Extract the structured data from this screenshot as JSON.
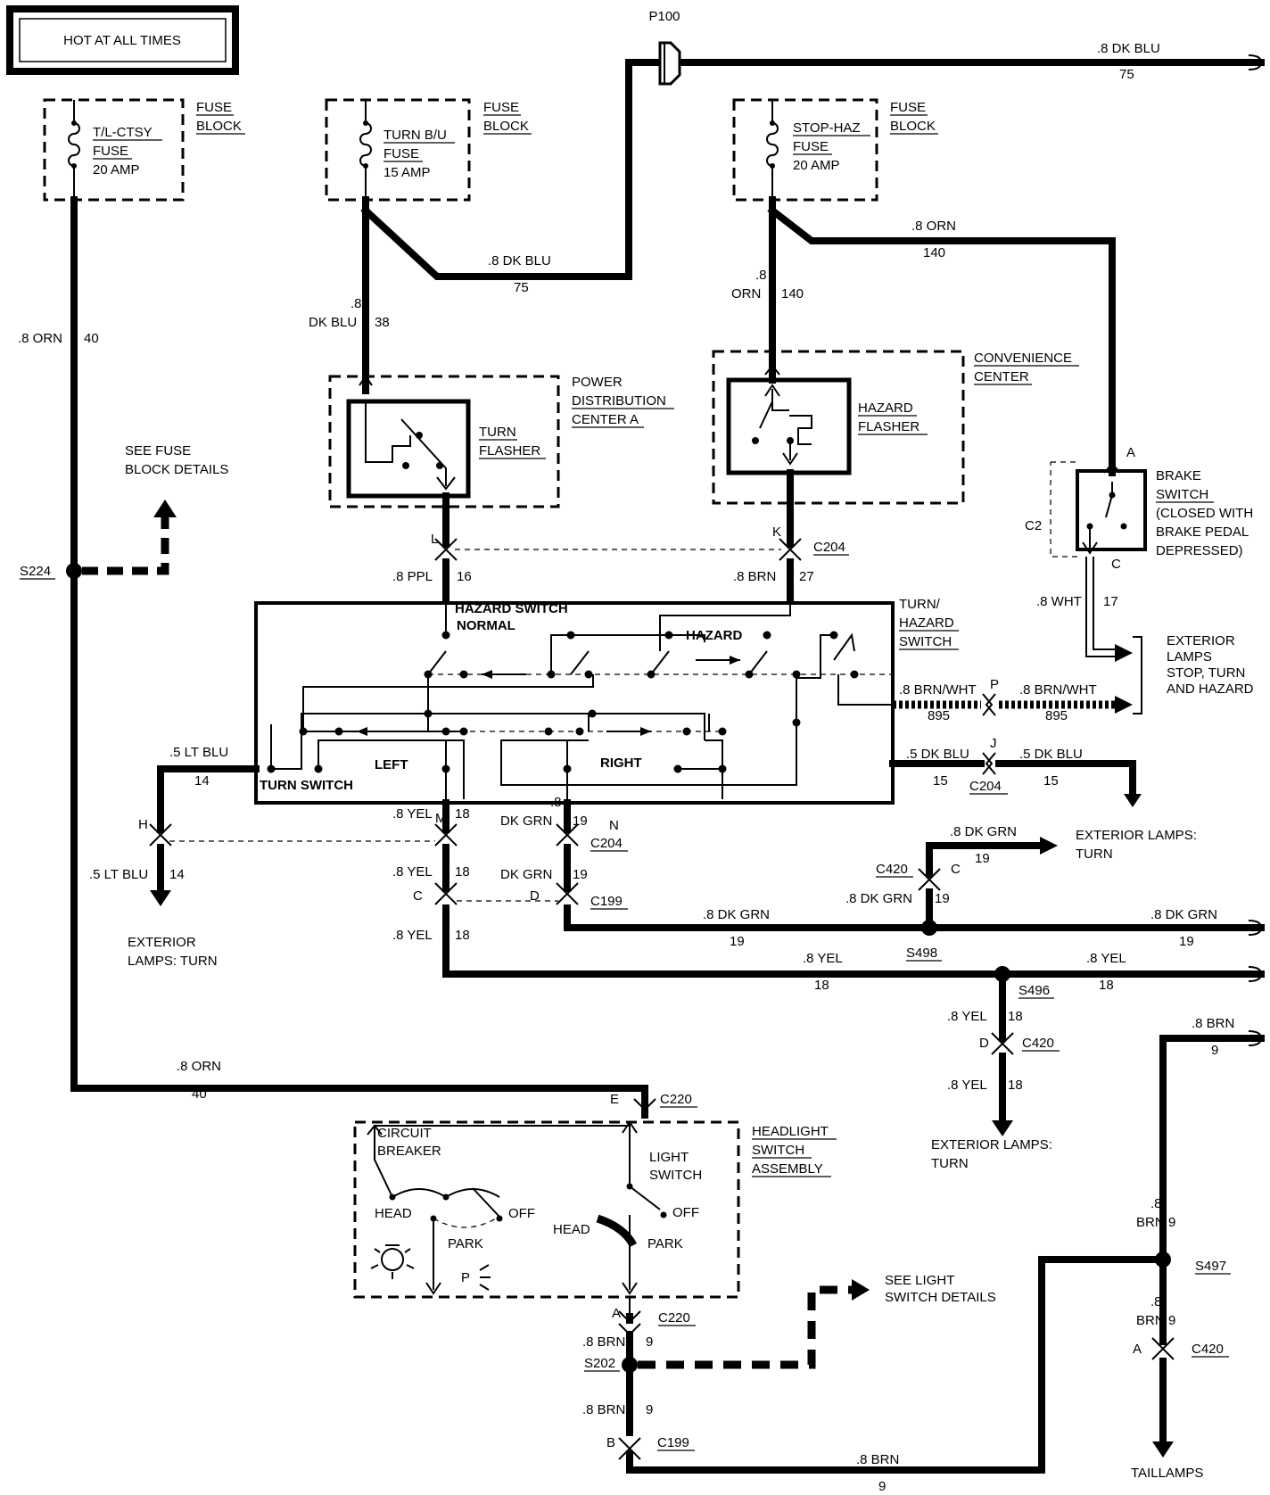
{
  "header": {
    "title": "HOT AT ALL TIMES"
  },
  "fuse_blocks": [
    {
      "name": "T/L-CTSY",
      "word": "FUSE",
      "rating": "20 AMP",
      "label1": "FUSE",
      "label2": "BLOCK"
    },
    {
      "name": "TURN B/U",
      "word": "FUSE",
      "rating": "15 AMP",
      "label1": "FUSE",
      "label2": "BLOCK"
    },
    {
      "name": "STOP-HAZ",
      "word": "FUSE",
      "rating": "20 AMP",
      "label1": "FUSE",
      "label2": "BLOCK"
    }
  ],
  "components": {
    "turn_flasher": {
      "name1": "TURN",
      "name2": "FLASHER",
      "loc1": "POWER",
      "loc2": "DISTRIBUTION",
      "loc3": "CENTER A"
    },
    "hazard_flasher": {
      "name1": "HAZARD",
      "name2": "FLASHER",
      "loc1": "CONVENIENCE",
      "loc2": "CENTER"
    },
    "brake_switch": {
      "l1": "BRAKE",
      "l2": "SWITCH",
      "l3": "(CLOSED WITH",
      "l4": "BRAKE PEDAL",
      "l5": "DEPRESSED)",
      "pin_a": "A",
      "pin_c": "C",
      "conn": "C2"
    },
    "turn_hazard_switch": {
      "l1": "TURN/",
      "l2": "HAZARD",
      "l3": "SWITCH",
      "hazard_switch_1": "HAZARD SWITCH",
      "hazard_switch_2": "NORMAL",
      "hazard": "HAZARD",
      "left": "LEFT",
      "right": "RIGHT",
      "turn_switch": "TURN SWITCH"
    },
    "headlight_switch": {
      "l1": "HEADLIGHT",
      "l2": "SWITCH",
      "l3": "ASSEMBLY",
      "cb1": "CIRCUIT",
      "cb2": "BREAKER",
      "head": "HEAD",
      "off": "OFF",
      "park": "PARK",
      "ls1": "LIGHT",
      "ls2": "SWITCH",
      "head2": "HEAD",
      "off2": "OFF",
      "park2": "PARK",
      "p": "P"
    }
  },
  "references": {
    "see_fuse_1": "SEE FUSE",
    "see_fuse_2": "BLOCK DETAILS",
    "see_light_1": "SEE LIGHT",
    "see_light_2": "SWITCH DETAILS"
  },
  "destinations": {
    "ext_stop_1": "EXTERIOR",
    "ext_stop_2": "LAMPS",
    "ext_stop_3": "STOP, TURN",
    "ext_stop_4": "AND HAZARD",
    "ext_turn_a1": "EXTERIOR LAMPS:",
    "ext_turn_a2": "TURN",
    "ext_turn_b1": "EXTERIOR",
    "ext_turn_b2": "LAMPS: TURN",
    "ext_turn_c1": "EXTERIOR LAMPS:",
    "ext_turn_c2": "TURN",
    "taillamps": "TAILLAMPS"
  },
  "connectors": {
    "p100": "P100",
    "c204": "C204",
    "c204b": "C204",
    "c204c": "C204",
    "c199": "C199",
    "c199b": "C199",
    "c420a": "C420",
    "c420b": "C420",
    "c420c": "C420",
    "c220a": "C220",
    "c220b": "C220",
    "pin_L": "L",
    "pin_K": "K",
    "pin_P": "P",
    "pin_J": "J",
    "pin_H": "H",
    "pin_M": "M",
    "pin_N": "N",
    "pin_C": "C",
    "pin_D": "D",
    "pin_C2": "C",
    "pin_D2": "D",
    "pin_E": "E",
    "pin_A": "A",
    "pin_B": "B",
    "pin_A2": "A"
  },
  "splices": {
    "s224": "S224",
    "s498": "S498",
    "s496": "S496",
    "s497": "S497",
    "s202": "S202"
  },
  "wire_labels": {
    "dkblu75_top": ".8 DK BLU",
    "dkblu75_top_n": "75",
    "dkblu75_mid": ".8 DK BLU",
    "dkblu75_mid_n": "75",
    "dkblu38_a": ".8",
    "dkblu38_b": "DK BLU",
    "dkblu38_n": "38",
    "orn140_a": ".8",
    "orn140_b": "ORN",
    "orn140_n": "140",
    "orn140_h": ".8 ORN",
    "orn140_h_n": "140",
    "orn40_v": ".8 ORN",
    "orn40_v_n": "40",
    "orn40_h": ".8 ORN",
    "orn40_h_n": "40",
    "ppl16": ".8 PPL",
    "ppl16_n": "16",
    "brn27": ".8 BRN",
    "brn27_n": "27",
    "wht17": ".8 WHT",
    "wht17_n": "17",
    "brnwht_a": ".8 BRN/WHT",
    "brnwht_a_n": "895",
    "brnwht_b": ".8 BRN/WHT",
    "brnwht_b_n": "895",
    "dkblu15_a": ".5 DK BLU",
    "dkblu15_a_n": "15",
    "dkblu15_b": ".5 DK BLU",
    "dkblu15_b_n": "15",
    "ltblu14_a": ".5 LT BLU",
    "ltblu14_a_n": "14",
    "ltblu14_b": ".5 LT BLU",
    "ltblu14_b_n": "14",
    "yel18_a": ".8 YEL",
    "yel18_a_n": "18",
    "yel18_b": ".8 YEL",
    "yel18_b_n": "18",
    "yel18_c": ".8 YEL",
    "yel18_c_n": "18",
    "yel18_d": ".8 YEL",
    "yel18_d_n": "18",
    "yel18_e": ".8 YEL",
    "yel18_e_n": "18",
    "yel18_f": ".8 YEL",
    "yel18_f_n": "18",
    "yel18_g": ".8 YEL",
    "yel18_g_n": "18",
    "dkgrn19_a1": ".8",
    "dkgrn19_a2": "DK GRN",
    "dkgrn19_a_n": "19",
    "dkgrn19_b": "DK GRN",
    "dkgrn19_b_n": "19",
    "dkgrn19_c": ".8 DK GRN",
    "dkgrn19_c_n": "19",
    "dkgrn19_d": ".8 DK GRN",
    "dkgrn19_d_n": "19",
    "dkgrn19_e": ".8 DK GRN",
    "dkgrn19_e_n": "19",
    "dkgrn19_f": ".8 DK GRN",
    "dkgrn19_f_n": "19",
    "brn9_a": ".8 BRN",
    "brn9_a_n": "9",
    "brn9_b1": ".8",
    "brn9_b2": "BRN",
    "brn9_b_n": "9",
    "brn9_c1": ".8",
    "brn9_c2": "BRN",
    "brn9_c_n": "9",
    "brn9_d": ".8 BRN",
    "brn9_d_n": "9",
    "brn9_e": ".8 BRN",
    "brn9_e_n": "9",
    "brn9_f": ".8 BRN",
    "brn9_f_n": "9"
  }
}
